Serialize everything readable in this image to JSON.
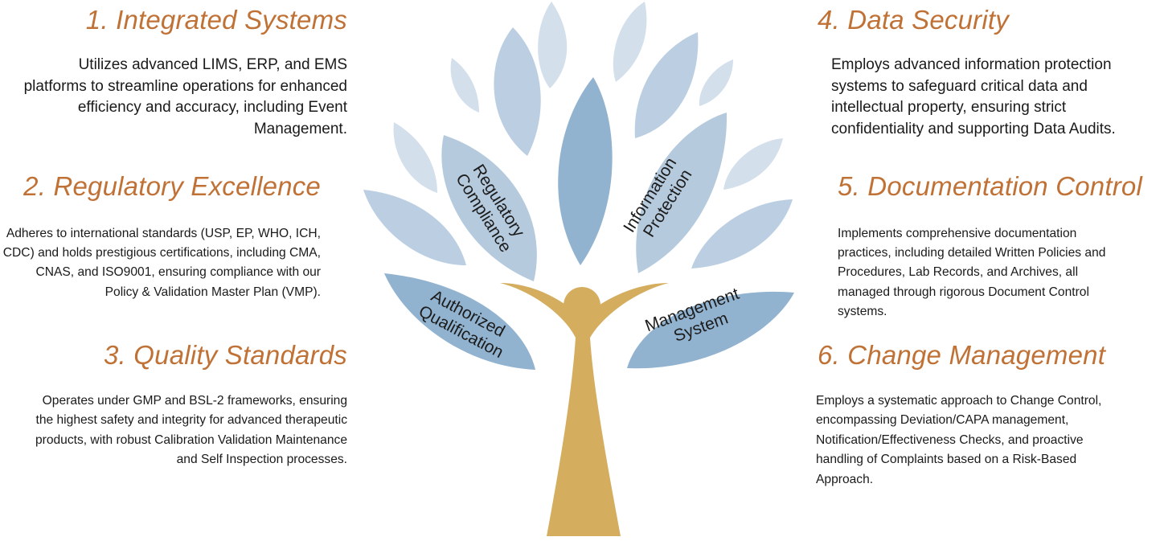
{
  "sections": {
    "s1": {
      "title": "1. Integrated Systems",
      "body": "Utilizes advanced LIMS, ERP, and EMS platforms to streamline operations for enhanced efficiency and accuracy, including Event Management."
    },
    "s2": {
      "title": "2. Regulatory Excellence",
      "body": "Adheres to international standards (USP, EP, WHO, ICH, CDC) and holds prestigious certifications, including CMA, CNAS, and ISO9001, ensuring compliance with our Policy & Validation Master Plan (VMP)."
    },
    "s3": {
      "title": "3. Quality Standards",
      "body": "Operates under GMP and BSL-2 frameworks, ensuring the highest safety and integrity for advanced therapeutic products, with robust Calibration Validation Maintenance and Self Inspection processes."
    },
    "s4": {
      "title": "4. Data Security",
      "body": "Employs advanced information protection systems to safeguard critical data and intellectual property, ensuring strict confidentiality and supporting Data Audits."
    },
    "s5": {
      "title": "5. Documentation Control",
      "body": "Implements comprehensive documentation practices, including detailed Written Policies and Procedures, Lab Records, and Archives, all managed through rigorous Document Control systems."
    },
    "s6": {
      "title": "6. Change Management",
      "body": "Employs a systematic approach to Change Control, encompassing Deviation/CAPA management, Notification/Effectiveness Checks, and proactive handling of Complaints based on a Risk-Based Approach."
    }
  },
  "tree": {
    "leaves": {
      "regulatory": [
        "Regulatory",
        "Compliance"
      ],
      "information": [
        "Information",
        "Protection"
      ],
      "authorized": [
        "Authorized",
        "Qualification"
      ],
      "management": [
        "Management",
        "System"
      ]
    },
    "colors": {
      "leaf_dark": "#92b3d0",
      "leaf_mid": "#b6cade",
      "leaf_light": "#d3dfeb",
      "figure": "#d4ad5f",
      "title": "#c07236"
    }
  }
}
